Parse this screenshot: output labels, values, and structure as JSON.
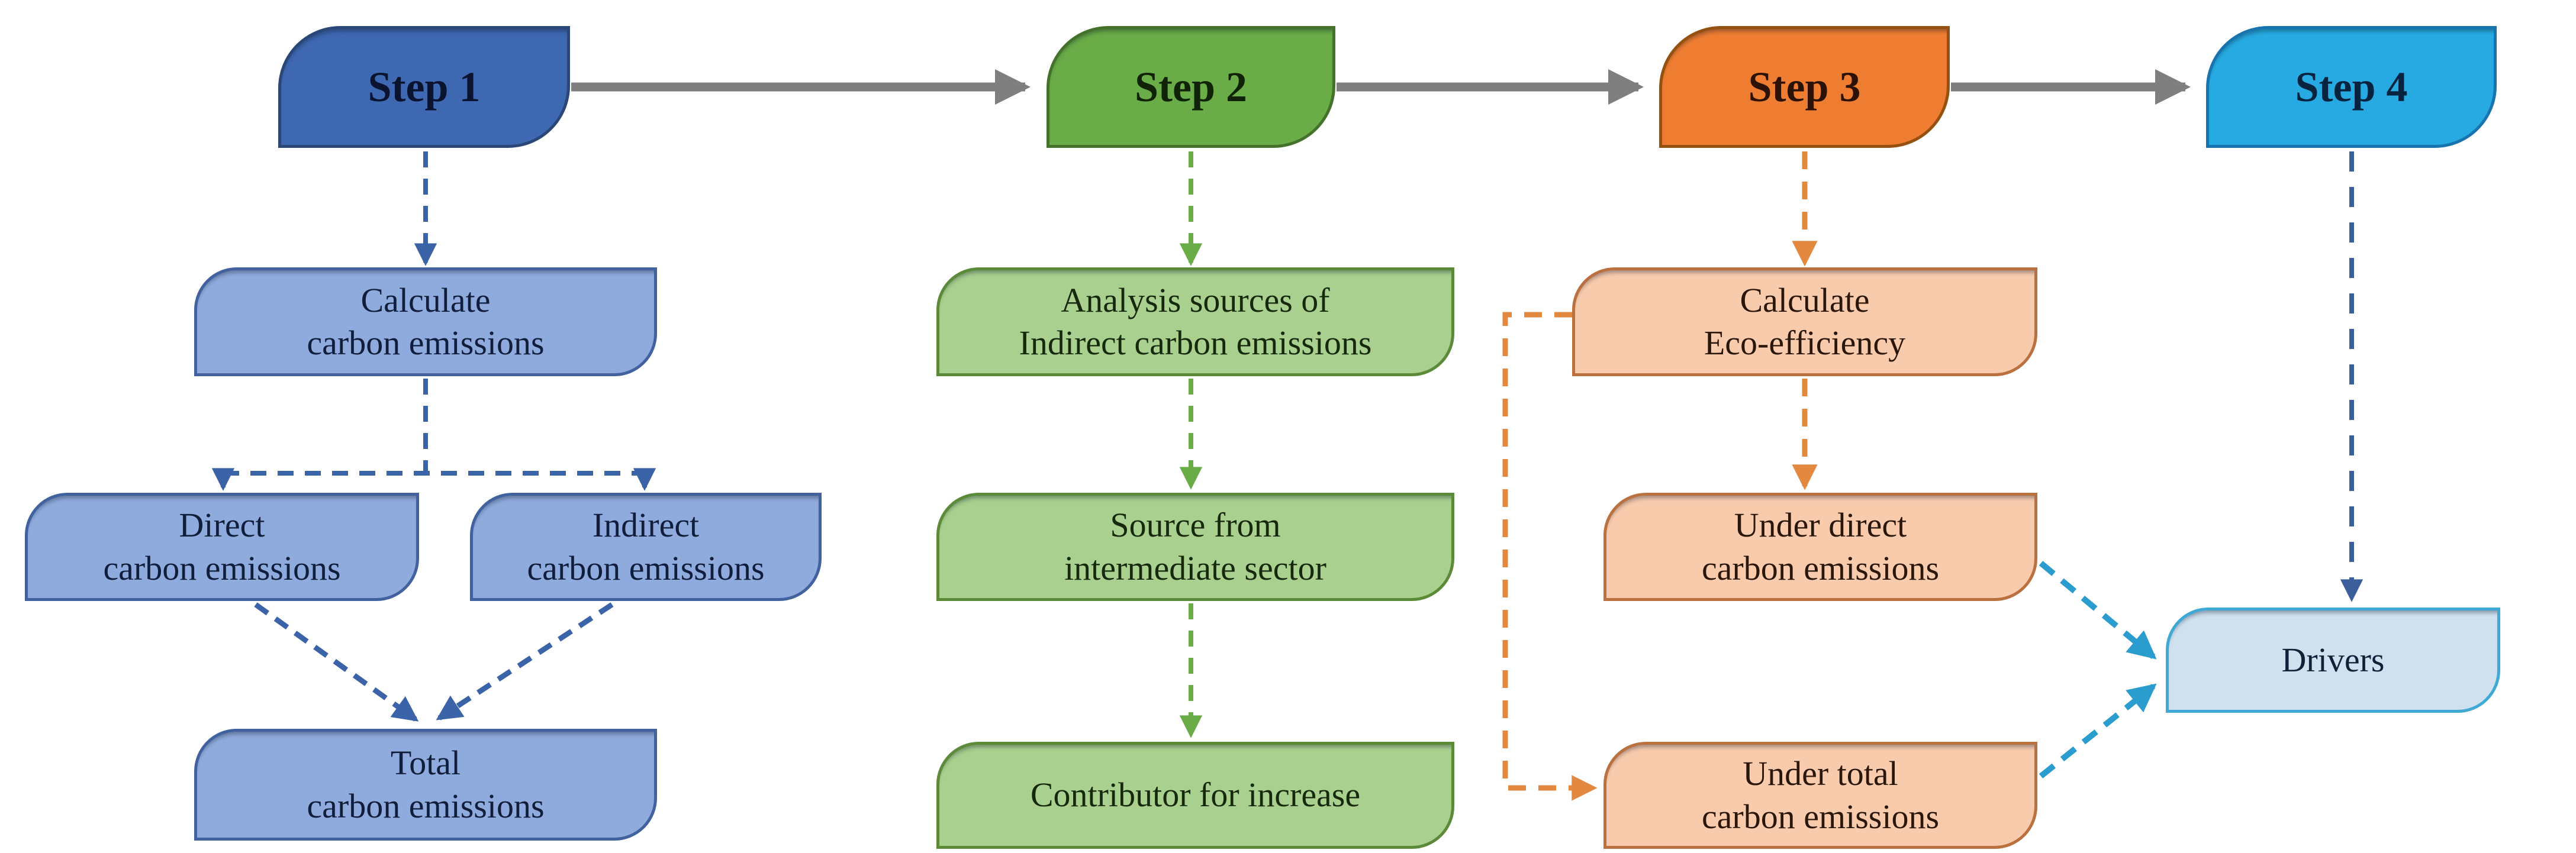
{
  "figure": {
    "type": "flowchart",
    "description": "Four-step research framework flowchart for carbon emissions analysis"
  },
  "steps": [
    {
      "label": "Step 1",
      "fill": "#3E68B1"
    },
    {
      "label": "Step 2",
      "fill": "#6AAC47"
    },
    {
      "label": "Step 3",
      "fill": "#EE7D31"
    },
    {
      "label": "Step 4",
      "fill": "#27AAE1"
    }
  ],
  "boxes": {
    "calc_carbon": {
      "line1": "Calculate",
      "line2": "carbon emissions"
    },
    "direct": {
      "line1": "Direct",
      "line2": "carbon emissions"
    },
    "indirect": {
      "line1": "Indirect",
      "line2": "carbon emissions"
    },
    "total": {
      "line1": "Total",
      "line2": "carbon emissions"
    },
    "analysis": {
      "line1": "Analysis sources of",
      "line2": "Indirect carbon emissions"
    },
    "source": {
      "line1": "Source from",
      "line2": "intermediate sector"
    },
    "contributor": {
      "line1": "Contributor for increase"
    },
    "calc_eco": {
      "line1": "Calculate",
      "line2": "Eco-efficiency"
    },
    "under_direct": {
      "line1": "Under direct",
      "line2": "carbon emissions"
    },
    "under_total": {
      "line1": "Under total",
      "line2": "carbon emissions"
    },
    "drivers": {
      "line1": "Drivers"
    }
  },
  "colors": {
    "step1_fill": "#3E68B1",
    "step1_light_fill": "#8FAADC",
    "step2_fill": "#6AAC47",
    "step2_light_fill": "#A9D08E",
    "step3_fill": "#EE7D31",
    "step3_light_fill": "#F8CBAD",
    "step4_fill": "#27AAE1",
    "drivers_fill": "#CFE0EF",
    "arrow_gray": "#7F7F7F",
    "arrow_blue": "#3A63A8",
    "arrow_green": "#6AAC47",
    "arrow_orange": "#E2883F",
    "arrow_cyan": "#2B9CCE",
    "arrow_navy": "#3C5F9C"
  }
}
